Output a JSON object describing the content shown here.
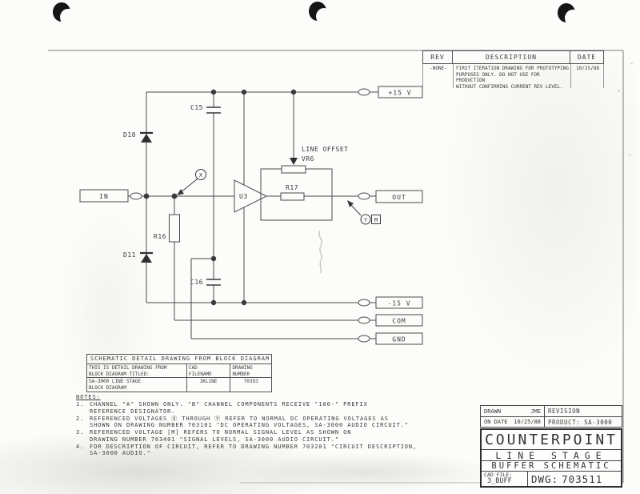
{
  "revision_table": {
    "headers": {
      "rev": "REV",
      "description": "DESCRIPTION",
      "date": "DATE"
    },
    "rows": [
      {
        "rev": "-NONE-",
        "description": "FIRST ITERATION DRAWING FOR PROTOTYPING\nPURPOSES ONLY. DO NOT USE FOR PRODUCTION\nWITHOUT CONFIRMING CURRENT REV LEVEL.",
        "date": "10/25/88"
      }
    ]
  },
  "schematic": {
    "terminals": {
      "in": "IN",
      "plus15": "+15 V",
      "out": "OUT",
      "minus15": "-15 V",
      "com": "COM",
      "gnd": "GND"
    },
    "components": {
      "c15": "C15",
      "c16": "C16",
      "d10": "D10",
      "d11": "D11",
      "r16": "R16",
      "u3": "U3",
      "r17": "R17",
      "vr6": "VR6",
      "line_offset": "LINE OFFSET"
    },
    "test_points": {
      "x": "X",
      "y": "Y",
      "m": "M"
    }
  },
  "detail_table": {
    "title": "SCHEMATIC DETAIL DRAWING FROM BLOCK DIAGRAM",
    "col1_header": "THIS IS DETAIL DRAWING FROM\nBLOCK DIAGRAM TITLED:",
    "col2_header": "CAD\nFILENAME",
    "col3_header": "DRAWING\nNUMBER",
    "row": {
      "block_diagram_title": "SA-3000 LINE STAGE\nBLOCK DIAGRAM",
      "cad_filename": "3KLINE",
      "drawing_number": "70393"
    }
  },
  "notes": {
    "heading": "NOTES:",
    "items": [
      {
        "num": "1.",
        "text": "CHANNEL \"A\" SHOWN ONLY. \"B\" CHANNEL COMPONENTS RECEIVE \"100-\" PREFIX\nREFERENCE DESIGNATOR."
      },
      {
        "num": "2.",
        "text": "REFERENCED VOLTAGES Ⓧ THROUGH Ⓨ REFER TO NORMAL DC OPERATING VOLTAGES AS\nSHOWN ON DRAWING NUMBER 703101 \"DC OPERATING VOLTAGES, SA-3000 AUDIO CIRCUIT.\""
      },
      {
        "num": "3.",
        "text": "REFERENCED VOLTAGE [M] REFERS TO NORMAL SIGNAL LEVEL AS SHOWN ON\nDRAWING NUMBER 703401 \"SIGNAL LEVELS, SA-3000 AUDIO CIRCUIT.\""
      },
      {
        "num": "4.",
        "text": "FOR DESCRIPTION OF CIRCUIT, REFER TO DRAWING NUMBER 703201 \"CIRCUIT DESCRIPTION,\nSA-3000 AUDIO.\""
      }
    ]
  },
  "title_block": {
    "drawn_label": "DRAWN",
    "drawn_value": "JME",
    "revision_label": "REVISION",
    "date_label": "ON DATE",
    "date_value": "10/25/88",
    "product": "PRODUCT: SA-3000",
    "company": "COUNTERPOINT",
    "title_line1": "LINE STAGE",
    "title_line2": "BUFFER SCHEMATIC",
    "cad_file_label": "CAD FILE:",
    "cad_file_value": "3_BUFF",
    "dwg_label": "DWG:",
    "dwg_value": "703511"
  }
}
